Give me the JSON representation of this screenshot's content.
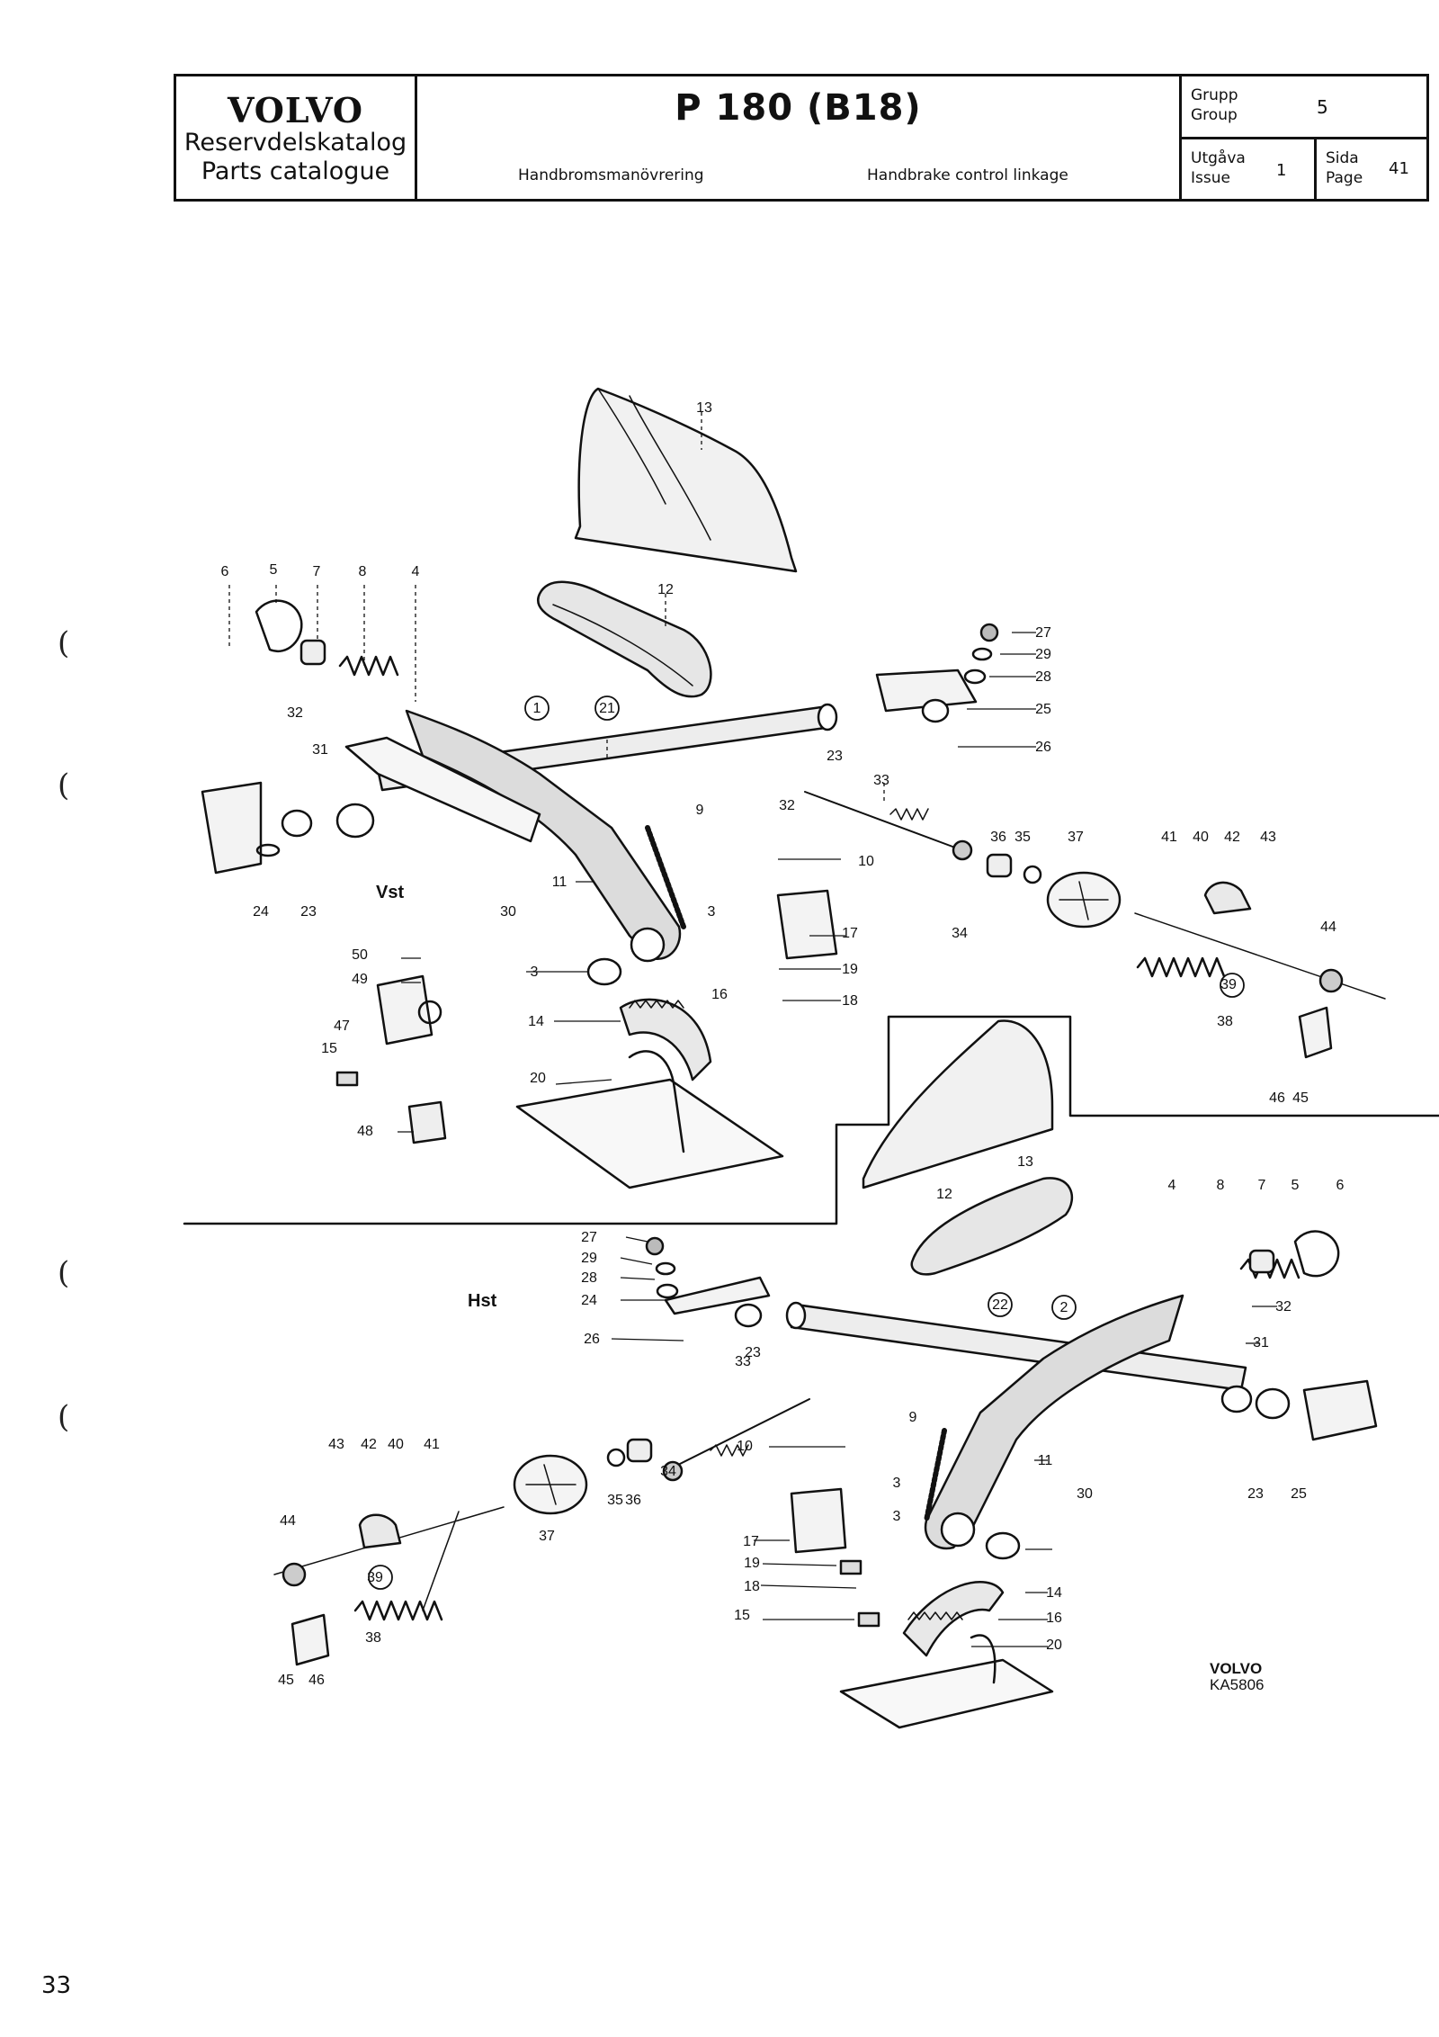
{
  "header": {
    "brand": "VOLVO",
    "brand_sv": "Reservdelskatalog",
    "brand_en": "Parts catalogue",
    "model": "P 180 (B18)",
    "title_sv": "Handbromsmanövrering",
    "title_en": "Handbrake control linkage",
    "group_label_sv": "Grupp",
    "group_label_en": "Group",
    "group_value": "5",
    "issue_label_sv": "Utgåva",
    "issue_label_en": "Issue",
    "issue_value": "1",
    "page_label_sv": "Sida",
    "page_label_en": "Page",
    "page_value": "41"
  },
  "diagram": {
    "section_left": "Vst",
    "section_right": "Hst",
    "stamp_brand": "VOLVO",
    "stamp_code": "KA5806",
    "callouts_upper": [
      "13",
      "12",
      "6",
      "5",
      "7",
      "8",
      "4",
      "27",
      "29",
      "28",
      "25",
      "26",
      "32",
      "1",
      "21",
      "23",
      "31",
      "33",
      "32",
      "9",
      "10",
      "11",
      "24",
      "23",
      "30",
      "36",
      "35",
      "37",
      "34",
      "41",
      "40",
      "42",
      "43",
      "44",
      "3",
      "17",
      "50",
      "49",
      "3",
      "19",
      "18",
      "47",
      "14",
      "16",
      "15",
      "39",
      "38",
      "46",
      "45",
      "20",
      "48"
    ],
    "callouts_lower": [
      "13",
      "12",
      "4",
      "8",
      "7",
      "5",
      "6",
      "27",
      "29",
      "28",
      "24",
      "22",
      "2",
      "32",
      "31",
      "26",
      "23",
      "33",
      "43",
      "42",
      "40",
      "41",
      "9",
      "10",
      "34",
      "11",
      "35",
      "36",
      "30",
      "23",
      "25",
      "37",
      "44",
      "3",
      "17",
      "3",
      "19",
      "18",
      "39",
      "15",
      "14",
      "16",
      "38",
      "20",
      "45",
      "46"
    ]
  },
  "footer": {
    "page_number": "33"
  }
}
